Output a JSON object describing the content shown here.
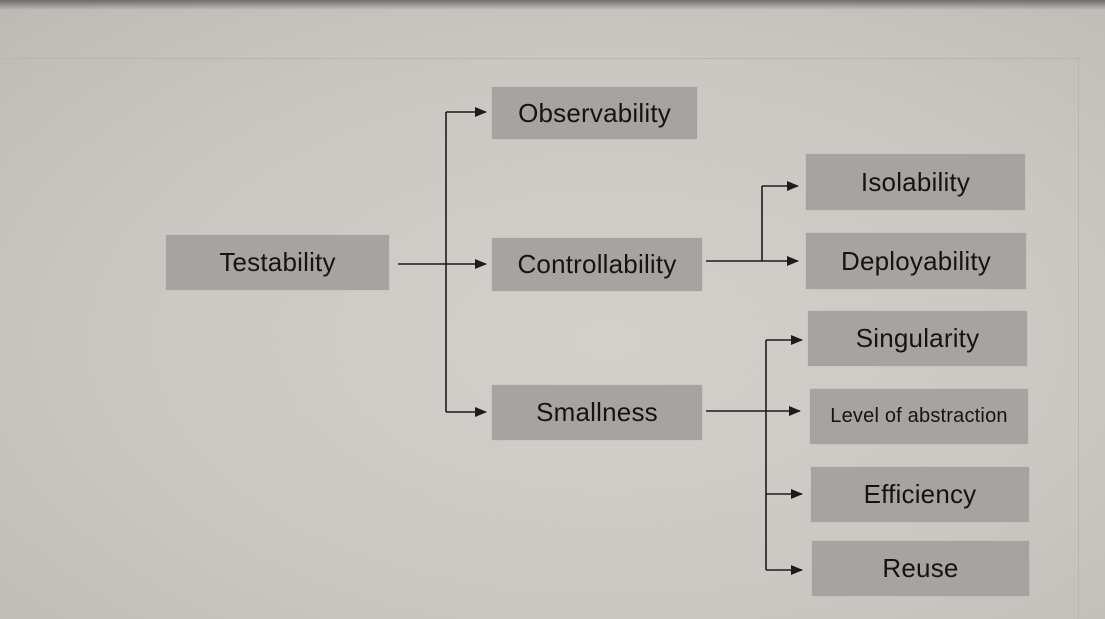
{
  "diagram": {
    "root": {
      "label": "Testability"
    },
    "level1": [
      {
        "label": "Observability"
      },
      {
        "label": "Controllability"
      },
      {
        "label": "Smallness"
      }
    ],
    "controllability_children": [
      {
        "label": "Isolability"
      },
      {
        "label": "Deployability"
      }
    ],
    "smallness_children": [
      {
        "label": "Singularity"
      },
      {
        "label": "Level of abstraction"
      },
      {
        "label": "Efficiency"
      },
      {
        "label": "Reuse"
      }
    ],
    "colors": {
      "box_fill": "#a6a4a0",
      "text": "#141414",
      "connector": "#1c1c1c",
      "page": "#cbc8c3"
    }
  }
}
